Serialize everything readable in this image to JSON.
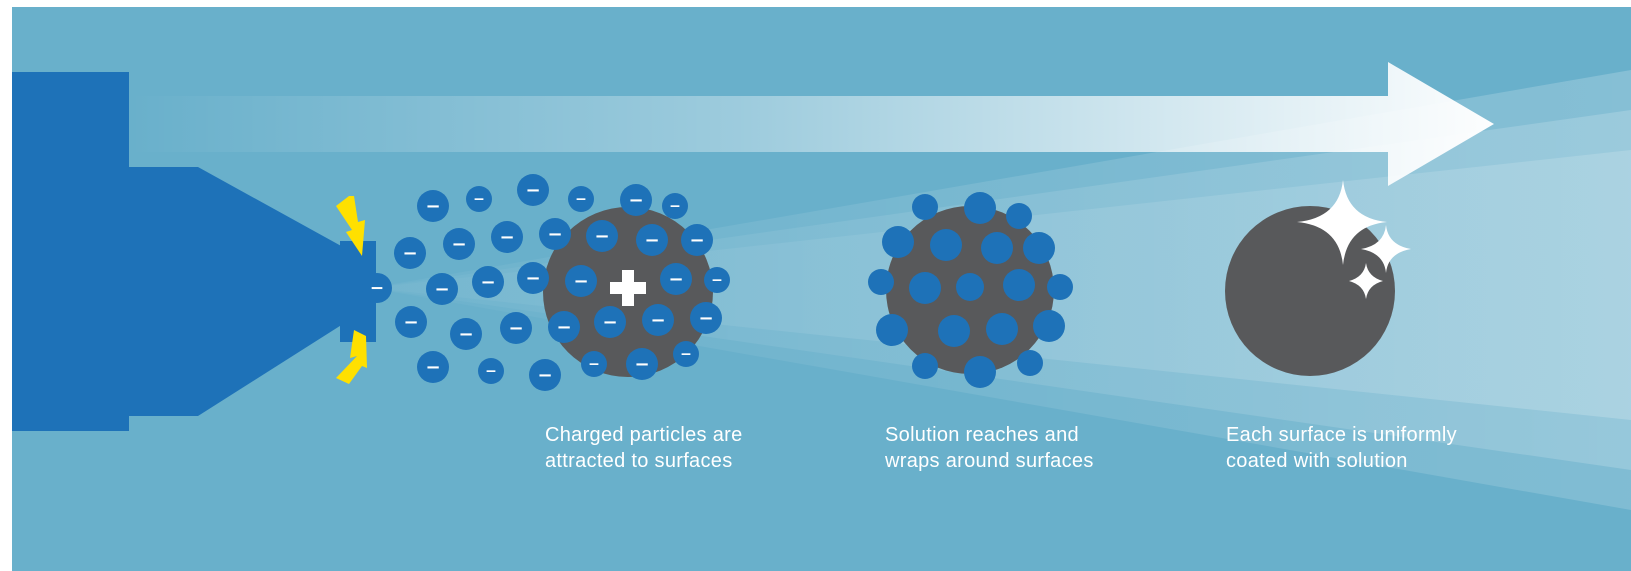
{
  "colors": {
    "background": "#69b0cb",
    "sprayer": "#1e72b8",
    "particle": "#1e72b8",
    "surface": "#58595b",
    "spark": "#ffe000",
    "text": "#ffffff"
  },
  "stages": [
    {
      "caption": [
        "Charged particles are",
        "attracted to surfaces"
      ],
      "surface_charge": "+",
      "particle_charge": "−"
    },
    {
      "caption": [
        "Solution reaches and",
        "wraps around surfaces"
      ]
    },
    {
      "caption": [
        "Each surface is uniformly",
        "coated with solution"
      ]
    }
  ],
  "icons": [
    "sprayer-nozzle-icon",
    "lightning-bolt-icon",
    "negative-particle-icon",
    "positive-charge-icon",
    "sparkle-icon",
    "arrow-right-icon"
  ]
}
